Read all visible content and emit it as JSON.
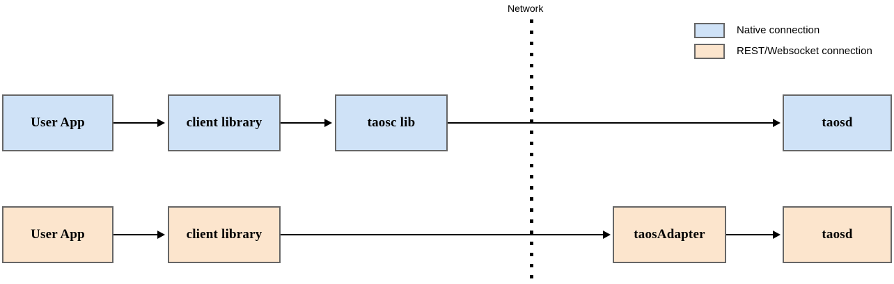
{
  "diagram": {
    "title": "",
    "network_divider": {
      "label": "Network",
      "style": "dotted-vertical"
    },
    "legend": {
      "items": [
        {
          "label": "Native connection",
          "color": "#cfe2f7",
          "swatch_name": "legend-swatch-native"
        },
        {
          "label": "REST/Websocket connection",
          "color": "#fce5cd",
          "swatch_name": "legend-swatch-rest"
        }
      ]
    },
    "rows": [
      {
        "name": "native-connection-row",
        "color": "#cfe2f7",
        "nodes": [
          {
            "label": "User App"
          },
          {
            "label": "client library"
          },
          {
            "label": "taosc lib"
          },
          {
            "label": "taosd"
          }
        ]
      },
      {
        "name": "rest-websocket-connection-row",
        "color": "#fce5cd",
        "nodes": [
          {
            "label": "User App"
          },
          {
            "label": "client library"
          },
          {
            "label": "taosAdapter"
          },
          {
            "label": "taosd"
          }
        ]
      }
    ]
  }
}
